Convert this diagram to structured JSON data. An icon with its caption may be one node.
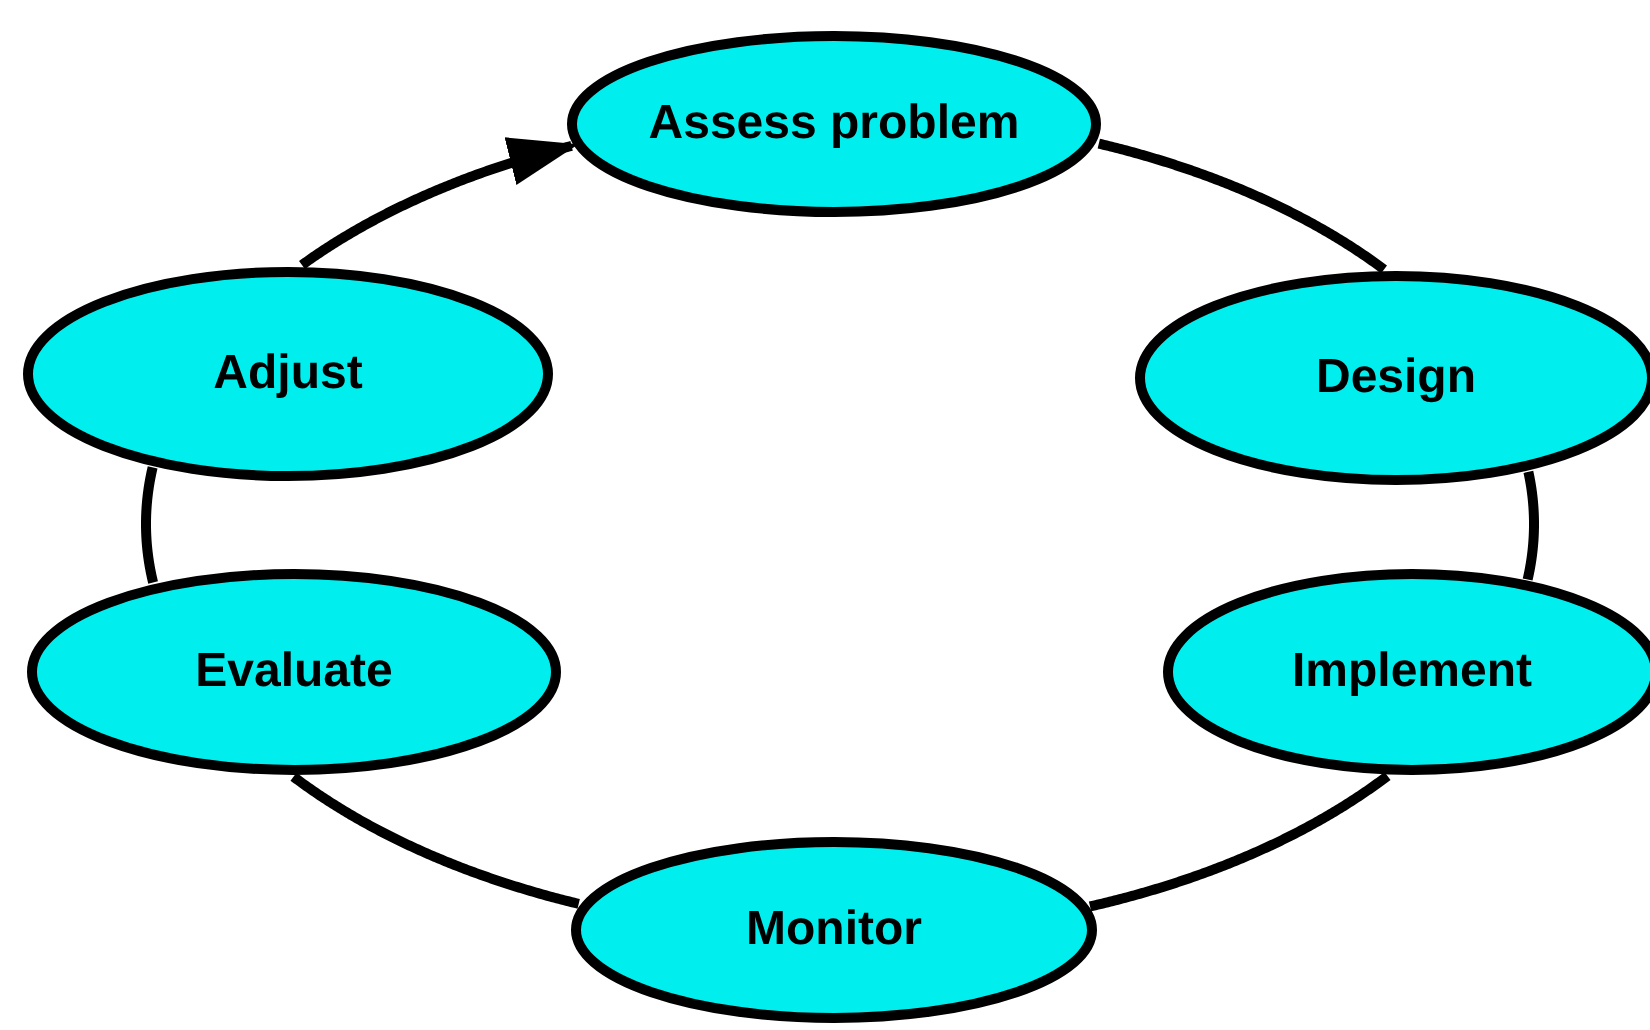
{
  "diagram": {
    "nodes": [
      {
        "text": [
          "Assess problem"
        ]
      },
      {
        "text": [
          "Design"
        ]
      },
      {
        "text": [
          "Implement"
        ]
      },
      {
        "text": [
          "Monitor"
        ]
      },
      {
        "text": [
          "Evaluate"
        ]
      },
      {
        "text": [
          "Adjust"
        ]
      }
    ],
    "edges": [
      {
        "from": 0,
        "to": 1,
        "arrow": "none"
      },
      {
        "from": 1,
        "to": 2,
        "arrow": "none"
      },
      {
        "from": 2,
        "to": 3,
        "arrow": "none"
      },
      {
        "from": 3,
        "to": 4,
        "arrow": "none"
      },
      {
        "from": 4,
        "to": 5,
        "arrow": "none"
      },
      {
        "from": 5,
        "to": 0,
        "arrow": "to"
      }
    ]
  }
}
